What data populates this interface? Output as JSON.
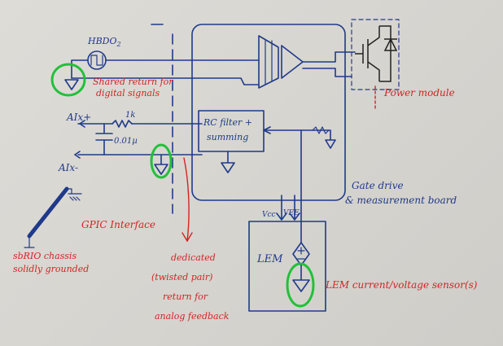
{
  "labels": {
    "hbdo": "HBDO",
    "hbdo_sub": "2",
    "shared_return": "Shared return for",
    "shared_return2": "digital signals",
    "aix_plus": "AIx+",
    "aix_minus": "AIx-",
    "res": "1k",
    "cap": "0.01µ",
    "rc_filter": "RC filter +",
    "summing": "summing",
    "power_module": "Power module",
    "gate_drive": "Gate drive",
    "measurement_board": "& measurement board",
    "gpic": "GPIC Interface",
    "vcc": "Vcc",
    "vee": "VEE",
    "lem": "LEM",
    "lem_sensors": "LEM current/voltage sensor(s)",
    "sbrio1": "sbRIO chassis",
    "sbrio2": "solidly grounded",
    "dedicated1": "dedicated",
    "dedicated2": "(twisted pair)",
    "dedicated3": "return for",
    "dedicated4": "analog feedback"
  },
  "colors": {
    "ink_blue": "#1f3a8a",
    "ink_red": "#d42323",
    "highlight_green": "#22c03a",
    "ink_dark": "#222222"
  }
}
